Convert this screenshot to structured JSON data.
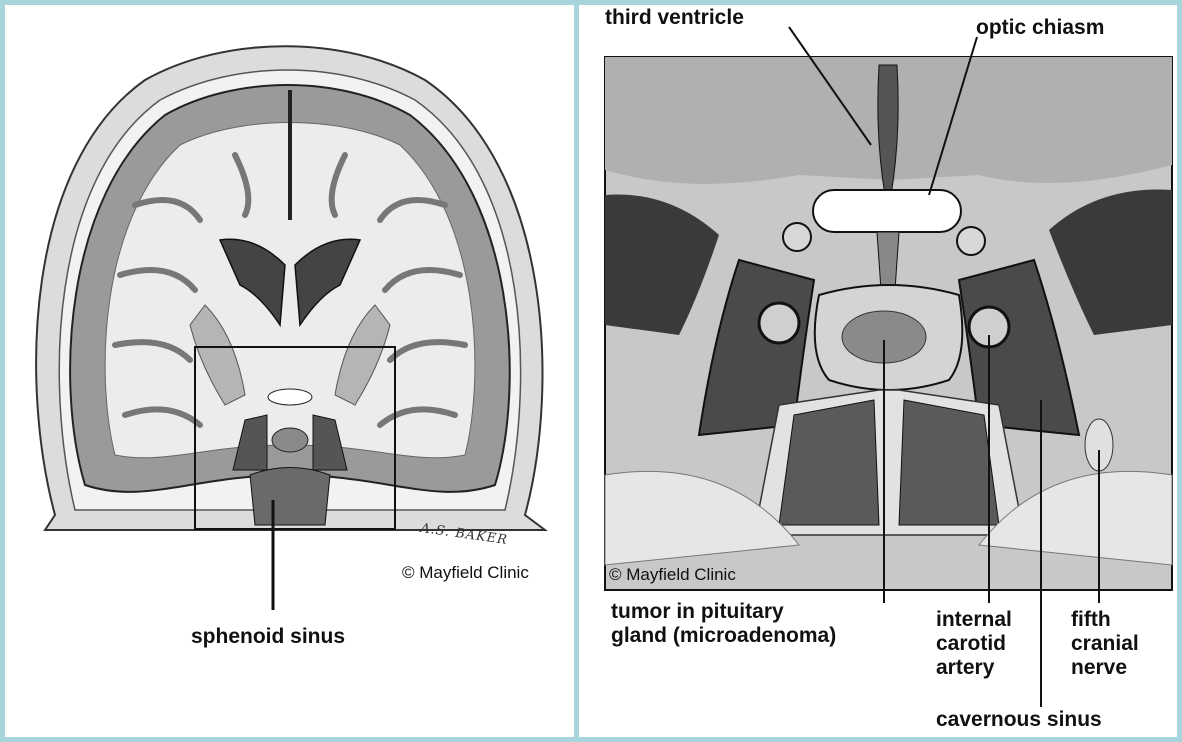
{
  "left_panel": {
    "copyright": "© Mayfield Clinic",
    "signature": "A.S. BAKER",
    "labels": {
      "sphenoid_sinus": "sphenoid sinus"
    }
  },
  "right_panel": {
    "copyright": "© Mayfield Clinic",
    "labels": {
      "third_ventricle": "third ventricle",
      "optic_chiasm": "optic chiasm",
      "tumor_line1": "tumor in pituitary",
      "tumor_line2": "gland (microadenoma)",
      "carotid_line1": "internal",
      "carotid_line2": "carotid",
      "carotid_line3": "artery",
      "nerve_line1": "fifth",
      "nerve_line2": "cranial",
      "nerve_line3": "nerve",
      "cavernous_sinus": "cavernous sinus"
    }
  },
  "colors": {
    "border": "#a8d4dc",
    "ink": "#111111",
    "gray_matter": "#9a9a9a",
    "white_matter": "#e8e8e8"
  }
}
